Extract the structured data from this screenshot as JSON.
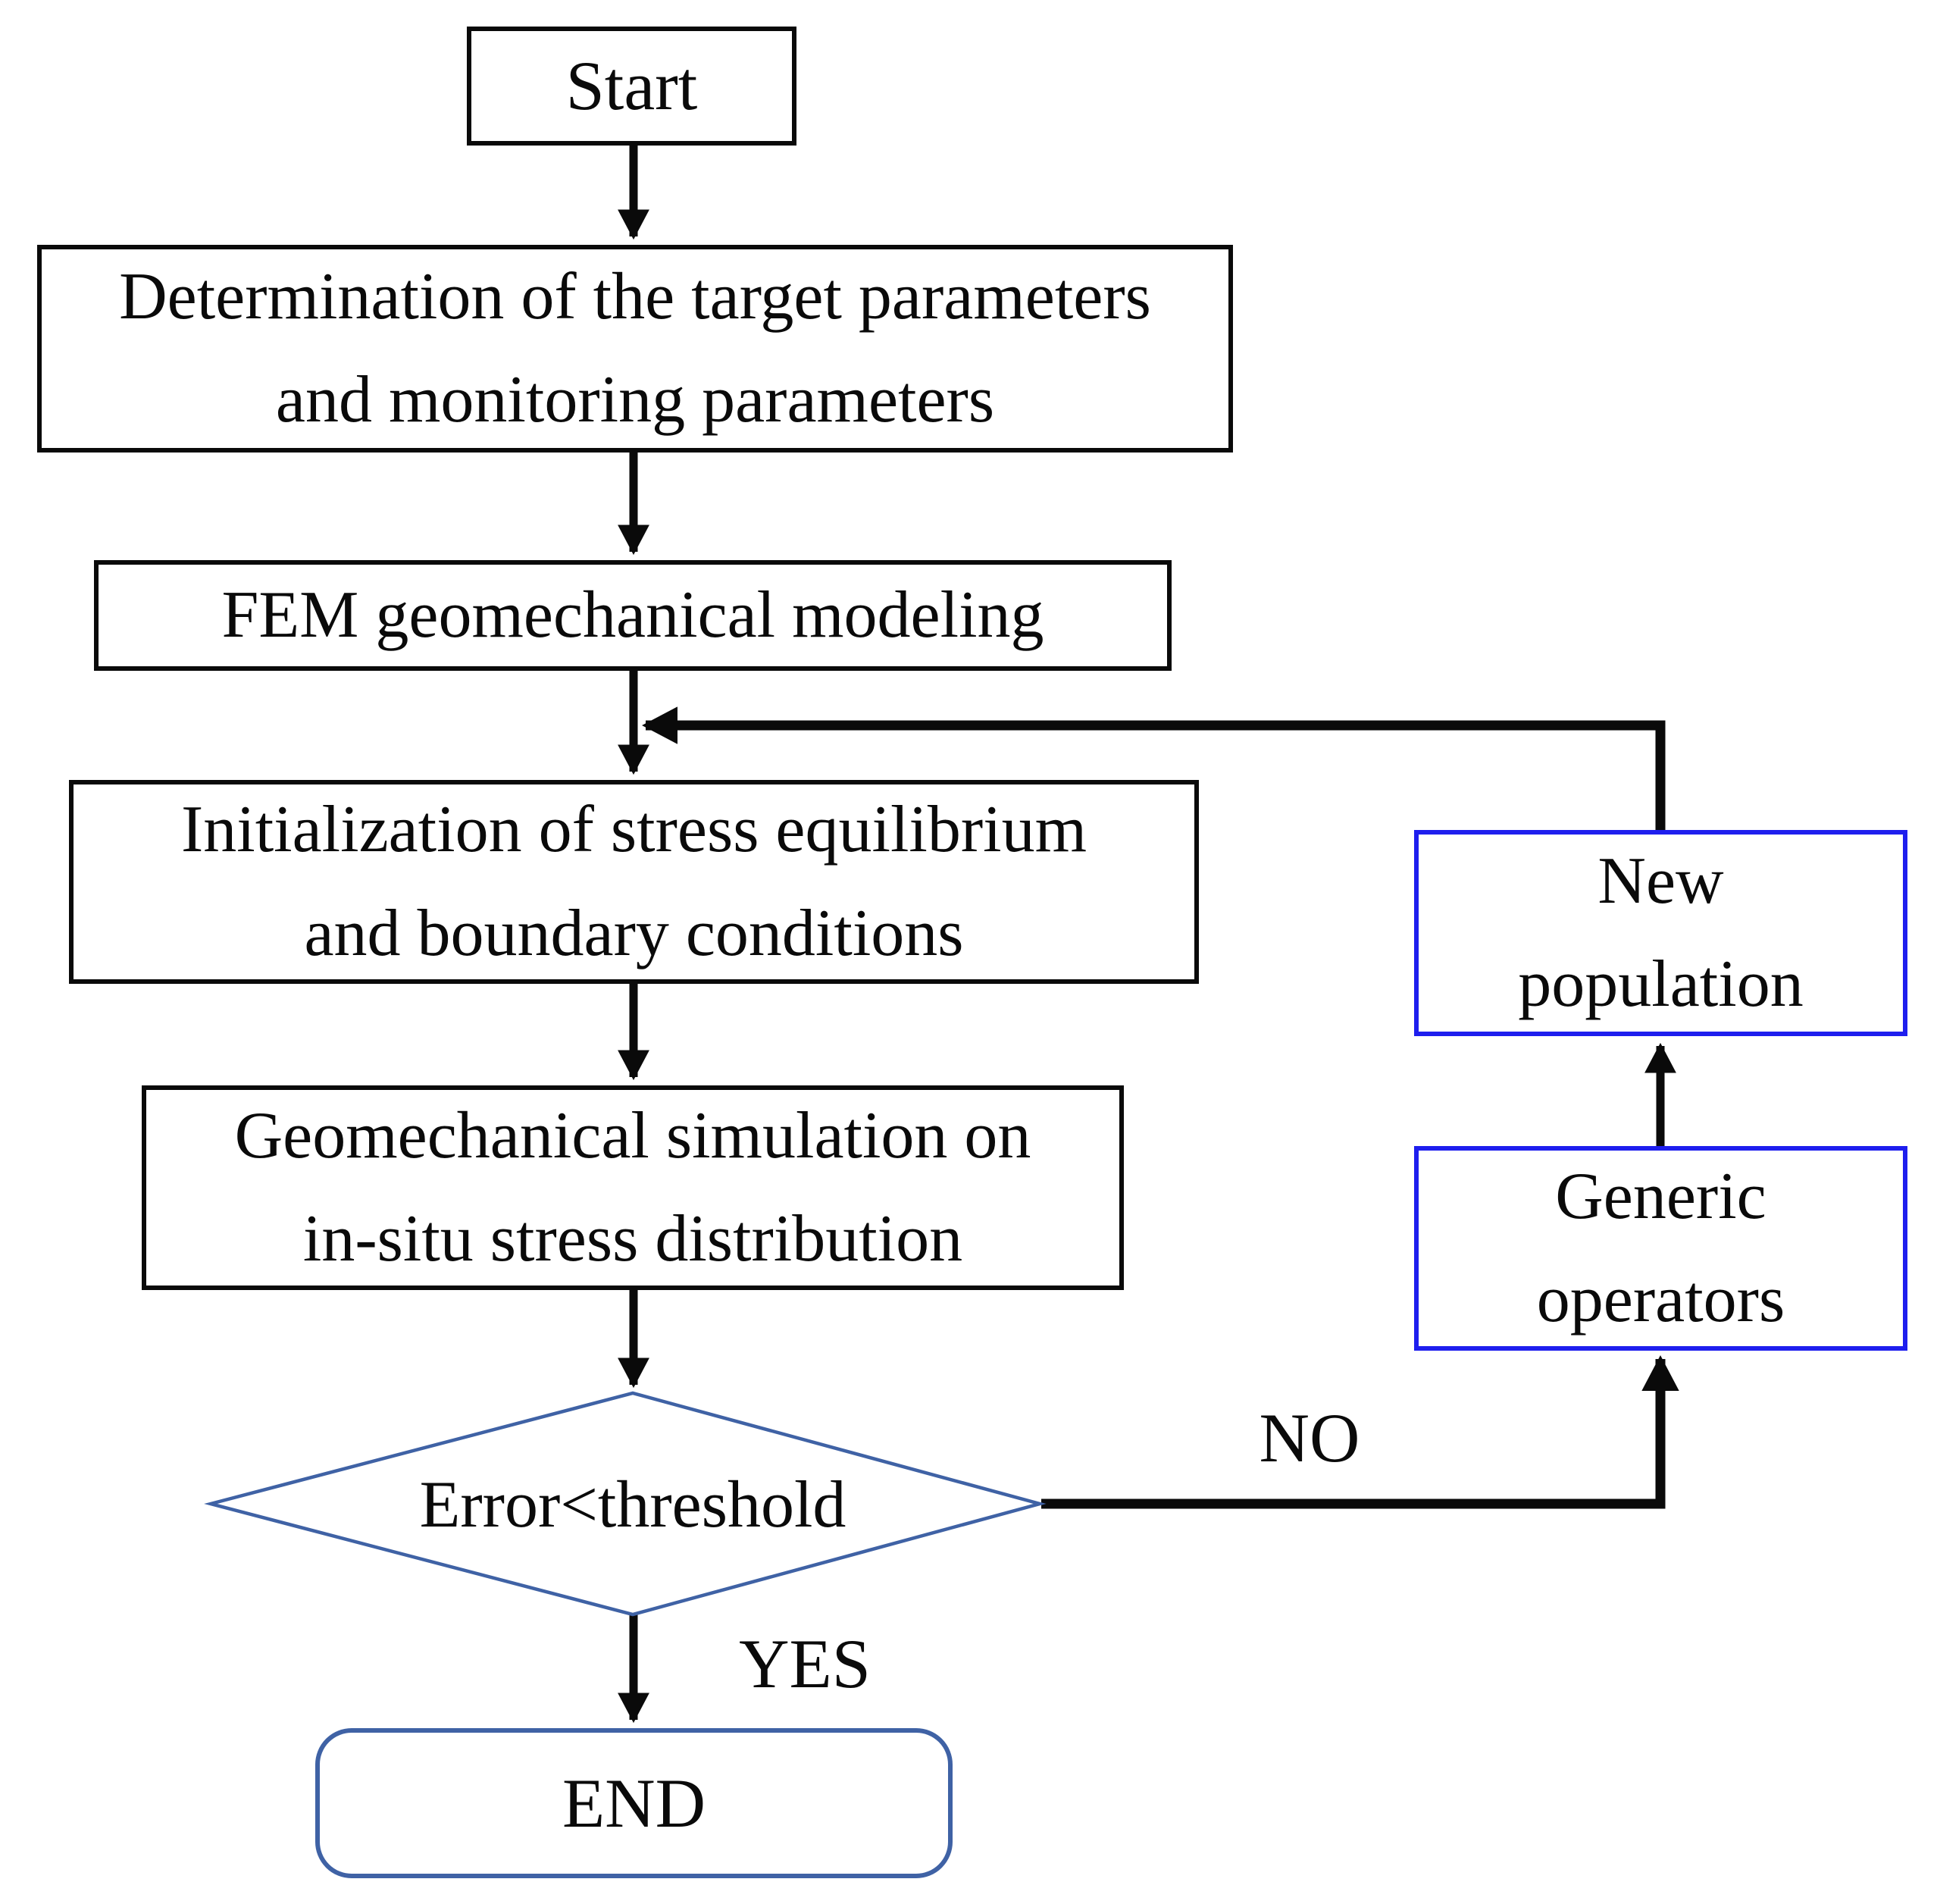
{
  "diagram": {
    "type": "flowchart",
    "background_color": "#ffffff",
    "text_color": "#0a0a0a",
    "colors": {
      "process_border": "#0a0a0a",
      "connector_line": "#0a0a0a",
      "loop_box_border": "#1e1eee",
      "decision_border": "#3f62a5",
      "end_border": "#3f62a5"
    },
    "nodes": {
      "start": {
        "shape": "rectangle",
        "lines": [
          "Start"
        ]
      },
      "determination": {
        "shape": "rectangle",
        "lines": [
          "Determination of the target parameters",
          "and monitoring parameters"
        ]
      },
      "fem_modeling": {
        "shape": "rectangle",
        "lines": [
          "FEM geomechanical modeling"
        ]
      },
      "initialization": {
        "shape": "rectangle",
        "lines": [
          "Initialization of stress equilibrium",
          "and boundary conditions"
        ]
      },
      "simulation": {
        "shape": "rectangle",
        "lines": [
          "Geomechanical simulation on",
          "in-situ stress distribution"
        ]
      },
      "decision": {
        "shape": "diamond",
        "lines": [
          "Error<threshold"
        ]
      },
      "end": {
        "shape": "rounded-rectangle",
        "lines": [
          "END"
        ]
      },
      "new_population": {
        "shape": "rectangle",
        "lines": [
          "New",
          "population"
        ]
      },
      "generic_operators": {
        "shape": "rectangle",
        "lines": [
          "Generic",
          "operators"
        ]
      }
    },
    "edge_labels": {
      "yes": "YES",
      "no": "NO"
    },
    "edges": [
      {
        "from": "start",
        "to": "determination"
      },
      {
        "from": "determination",
        "to": "fem_modeling"
      },
      {
        "from": "fem_modeling",
        "to": "initialization"
      },
      {
        "from": "initialization",
        "to": "simulation"
      },
      {
        "from": "simulation",
        "to": "decision"
      },
      {
        "from": "decision",
        "to": "end",
        "label": "YES"
      },
      {
        "from": "decision",
        "to": "generic_operators",
        "label": "NO"
      },
      {
        "from": "generic_operators",
        "to": "new_population"
      },
      {
        "from": "new_population",
        "to": "fem_modeling-initialization junction"
      }
    ]
  }
}
